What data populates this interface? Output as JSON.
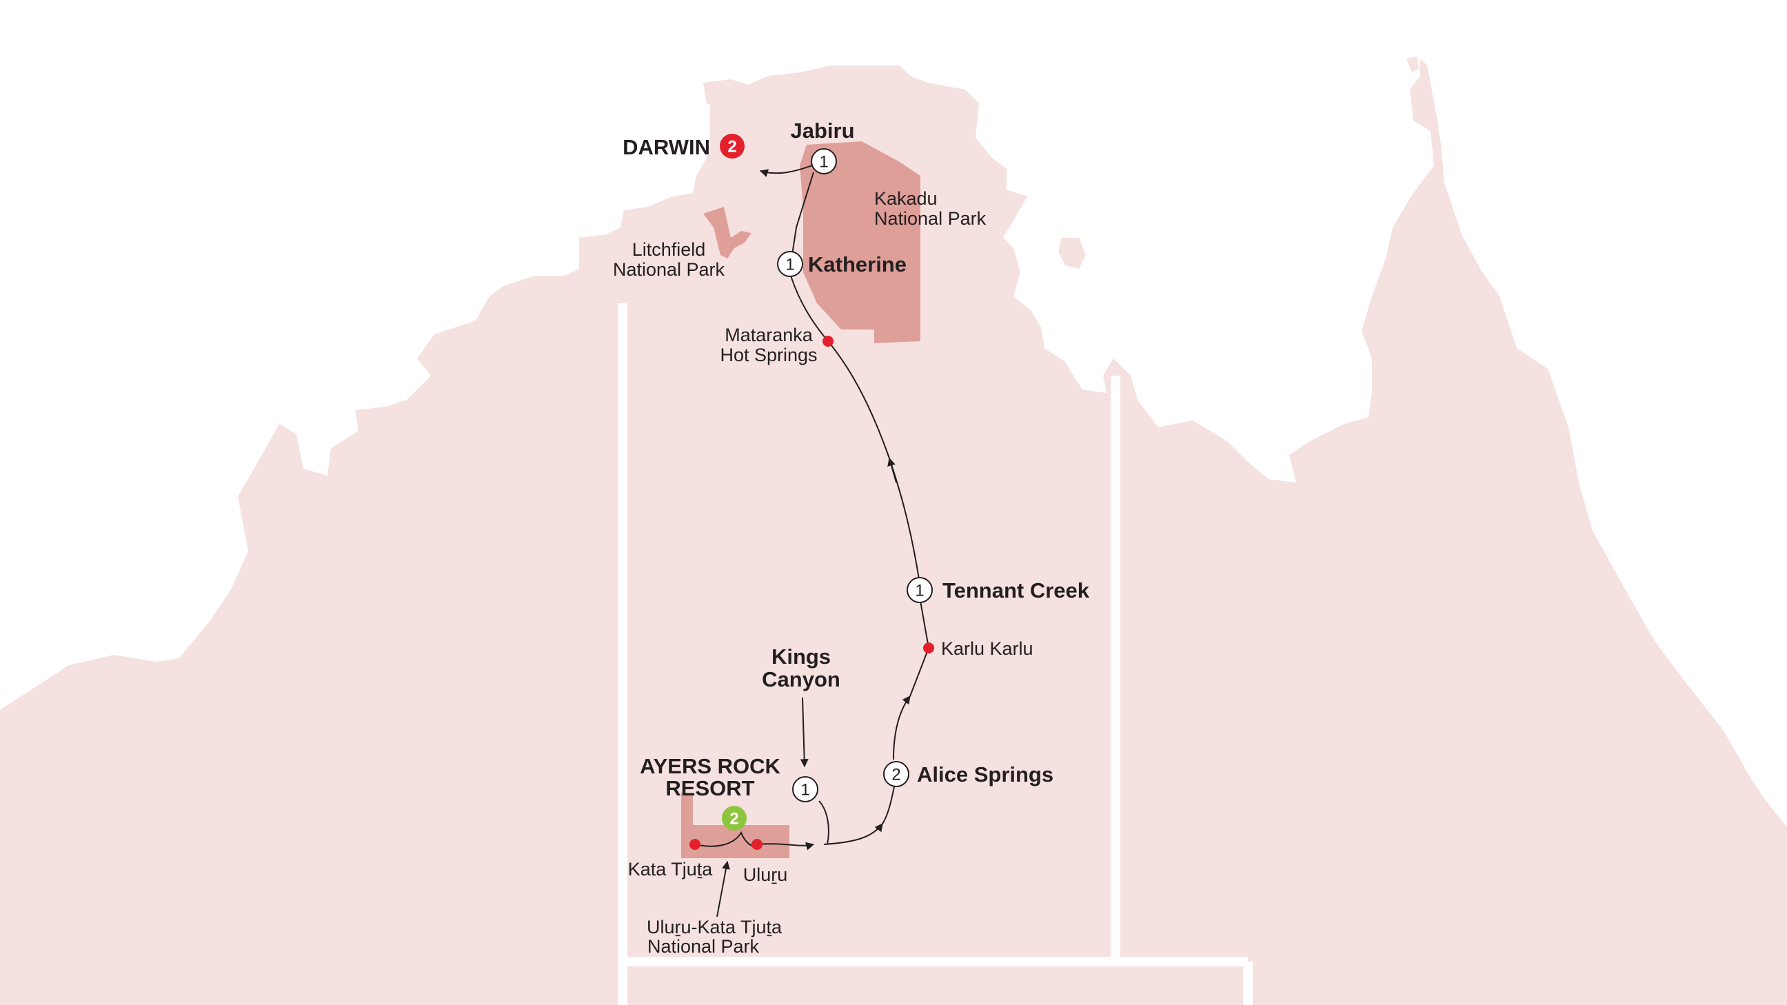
{
  "colors": {
    "land": "#f5e1df",
    "park": "#df9f99",
    "route": "#231f20",
    "border": "#ffffff",
    "marker_red": "#e3202b",
    "marker_green": "#8cc63f",
    "stop_fill": "#ffffff"
  },
  "places": {
    "darwin": {
      "name": "DARWIN",
      "nights": "2"
    },
    "jabiru": {
      "name": "Jabiru",
      "nights": "1"
    },
    "katherine": {
      "name": "Katherine",
      "nights": "1"
    },
    "tennant_creek": {
      "name": "Tennant Creek",
      "nights": "1"
    },
    "alice_springs": {
      "name": "Alice Springs",
      "nights": "2"
    },
    "kings_canyon": {
      "name_line1": "Kings",
      "name_line2": "Canyon",
      "nights": "1"
    },
    "ayers_rock": {
      "name_line1": "AYERS ROCK",
      "name_line2": "RESORT",
      "nights": "2"
    }
  },
  "points_of_interest": {
    "mataranka": {
      "line1": "Mataranka",
      "line2": "Hot Springs"
    },
    "karlu_karlu": {
      "line1": "Karlu Karlu"
    },
    "kata_tjuta": {
      "line1": "Kata Tjuṯa"
    },
    "uluru": {
      "line1": "Uluṟu"
    }
  },
  "parks": {
    "kakadu": {
      "line1": "Kakadu",
      "line2": "National Park"
    },
    "litchfield": {
      "line1": "Litchfield",
      "line2": "National Park"
    },
    "uluru_kata_tjuta": {
      "line1": "Uluṟu-Kata Tjuṯa",
      "line2": "National Park"
    }
  }
}
